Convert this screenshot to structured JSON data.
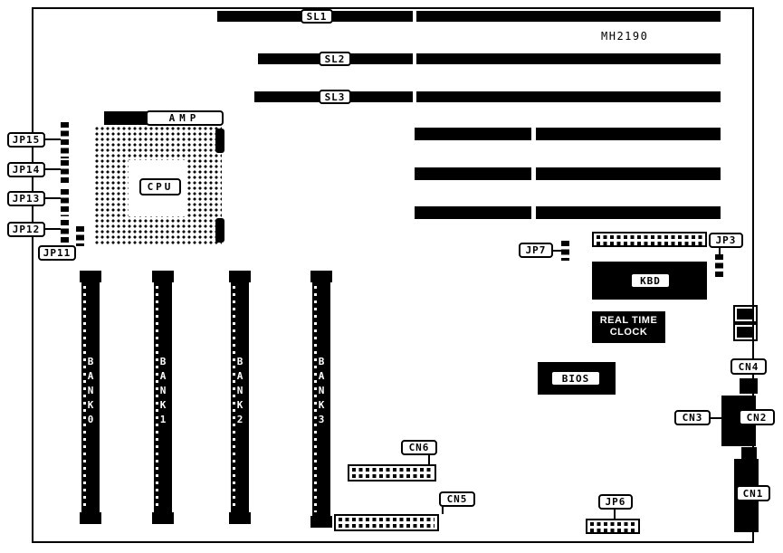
{
  "colors": {
    "ink": "#000000",
    "paper": "#ffffff"
  },
  "board": {
    "model": "MH2190"
  },
  "slots": {
    "sl1": "SL1",
    "sl2": "SL2",
    "sl3": "SL3"
  },
  "cpu": {
    "label": "CPU",
    "amp": "AMP"
  },
  "jumpers": {
    "jp15": "JP15",
    "jp14": "JP14",
    "jp13": "JP13",
    "jp12": "JP12",
    "jp11": "JP11",
    "jp7": "JP7",
    "jp3": "JP3",
    "jp6": "JP6"
  },
  "memory": {
    "bank0": "BANK0",
    "bank1": "BANK1",
    "bank2": "BANK2",
    "bank3": "BANK3"
  },
  "chips": {
    "kbd": "KBD",
    "rtc_line1": "REAL TIME",
    "rtc_line2": "CLOCK",
    "bios": "BIOS"
  },
  "connectors": {
    "cn1": "CN1",
    "cn2": "CN2",
    "cn3": "CN3",
    "cn4": "CN4",
    "cn5": "CN5",
    "cn6": "CN6"
  }
}
